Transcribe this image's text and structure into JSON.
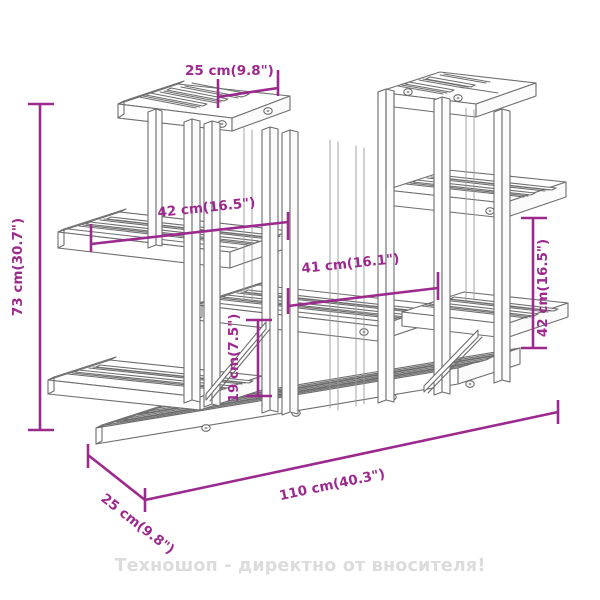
{
  "diagram": {
    "title": "Wooden plant stand dimensioned isometric drawing",
    "product": "Plant stand with slatted shelves",
    "line_color": "#6d6d6d",
    "dimension_color": "#9C2A8E",
    "background_color": "#ffffff"
  },
  "dimensions": {
    "height_total": "73 cm(30.7\")",
    "top_shelf_depth": "25 cm(9.8\")",
    "left_shelf_width": "42 cm(16.5\")",
    "mid_shelf_width": "41 cm(16.1\")",
    "right_shelf_height": "42 cm(16.5\")",
    "bottom_clearance": "19 cm(7.5\")",
    "base_width": "110 cm(40.3\")",
    "base_depth": "25 cm(9.8\")"
  },
  "footer": {
    "watermark": "Техношоп - директно от вносителя!"
  }
}
